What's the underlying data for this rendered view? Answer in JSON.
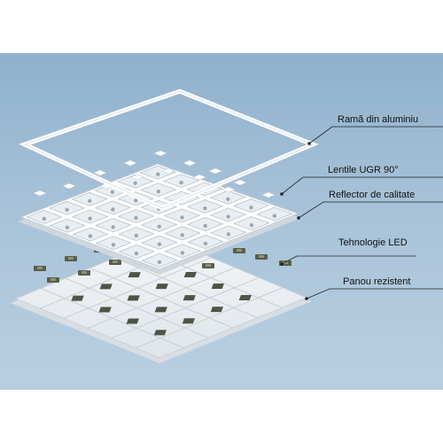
{
  "labels": {
    "frame": "Ramă din aluminiu",
    "lens": "Lentile UGR 90°",
    "reflector": "Reflector de calitate",
    "led": "Tehnologie LED",
    "panel": "Panou rezistent"
  },
  "colors": {
    "background": "#a7c2d8",
    "frame": "#ffffff",
    "led_chip": "#5a5d4a",
    "leader_line": "#222222"
  }
}
